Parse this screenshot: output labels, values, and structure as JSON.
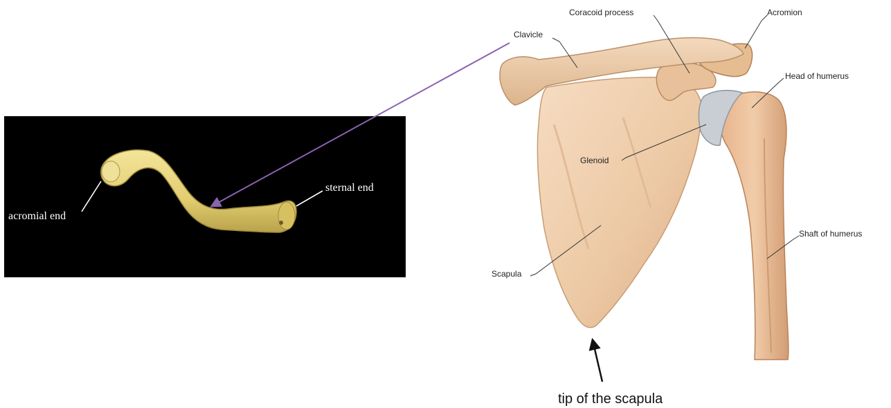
{
  "photo": {
    "labels": {
      "acromial_end": "acromial end",
      "sternal_end": "sternal end"
    }
  },
  "illustration": {
    "labels": {
      "clavicle": "Clavicle",
      "coracoid_process": "Coracoid process",
      "acromion": "Acromion",
      "head_of_humerus": "Head of humerus",
      "glenoid": "Glenoid",
      "shaft_of_humerus": "Shaft of humerus",
      "scapula": "Scapula"
    },
    "tip_caption": "tip of the scapula"
  },
  "colors": {
    "connector_arrow": "#8a63b0",
    "photo_background": "#000000",
    "bone_photo": "#e6d27a",
    "bone_illustration": "#ecc9a4",
    "glenoid_cartilage": "#c9ced4"
  }
}
